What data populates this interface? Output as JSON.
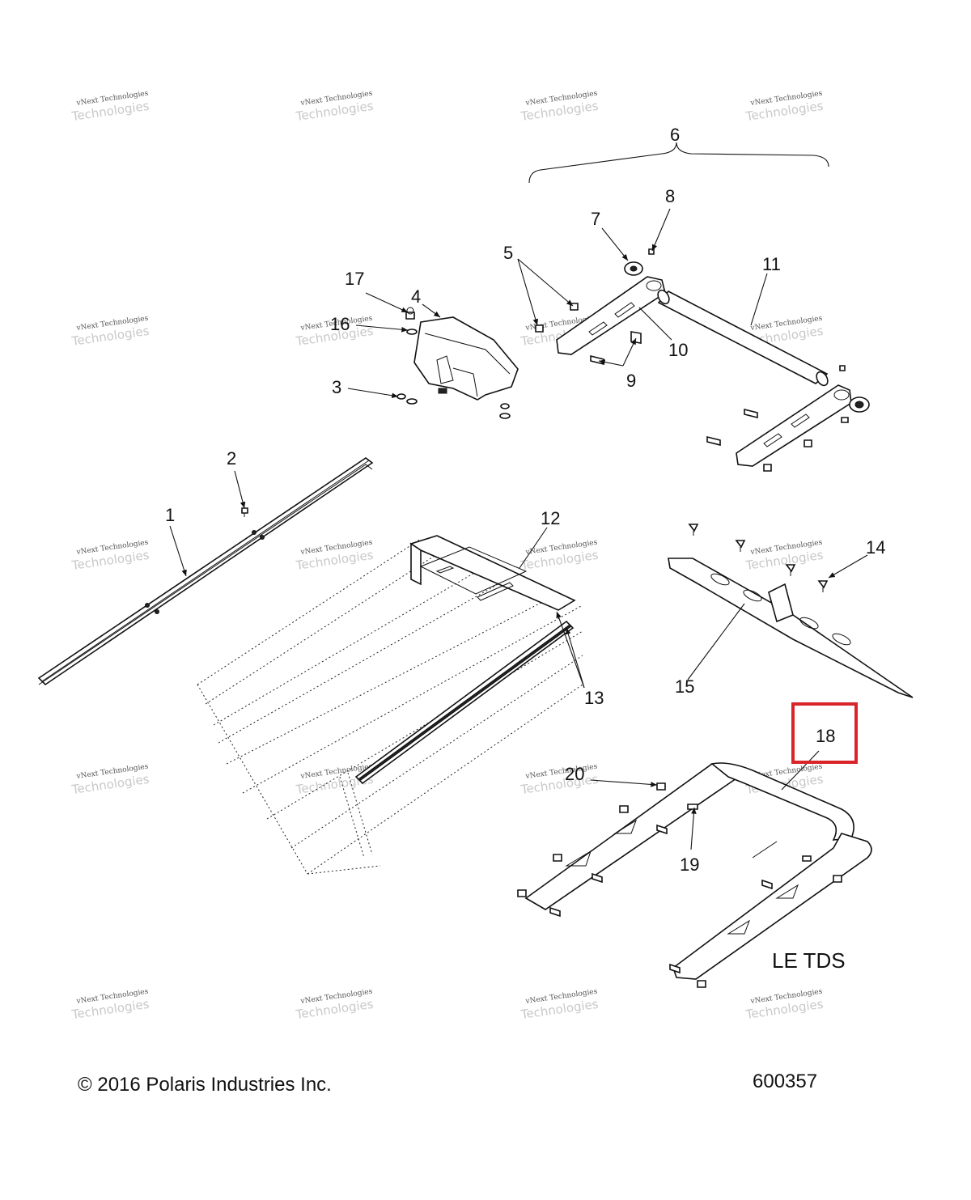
{
  "callouts": [
    "1",
    "2",
    "3",
    "4",
    "5",
    "6",
    "7",
    "8",
    "9",
    "10",
    "11",
    "12",
    "13",
    "14",
    "15",
    "16",
    "17",
    "18",
    "19",
    "20"
  ],
  "variant_label": "LE TDS",
  "copyright": "© 2016 Polaris Industries Inc.",
  "diagram_number": "600357",
  "watermark": {
    "line1": "vNext Technologies",
    "line2": "Technologies"
  },
  "highlight": {
    "callout": "18",
    "color": "#d9252a"
  }
}
